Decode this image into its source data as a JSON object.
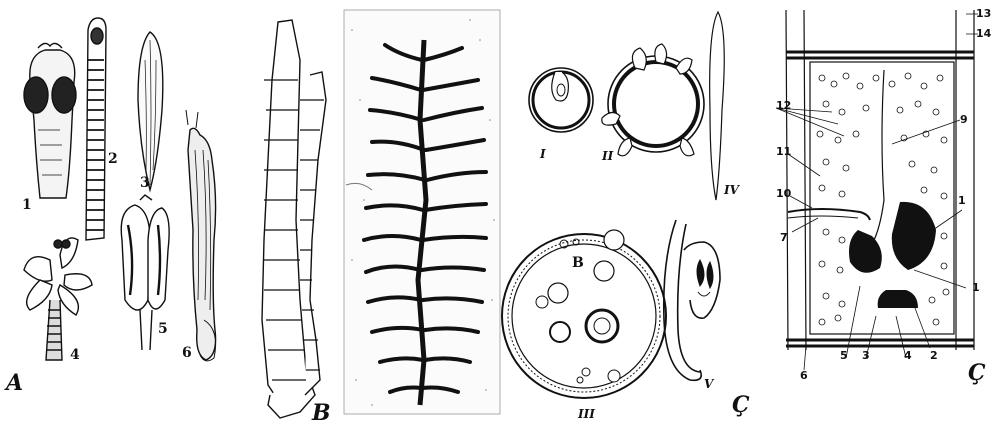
{
  "panel_a": {
    "letter": "A",
    "figures": [
      "1",
      "2",
      "3",
      "4",
      "5",
      "6"
    ]
  },
  "panel_b": {
    "letter": "B"
  },
  "panel_c": {
    "letter": "Ç",
    "roman": [
      "I",
      "II",
      "III",
      "IV",
      "V"
    ],
    "inner_letter": "B"
  },
  "panel_d": {
    "letter": "Ç",
    "numbers": [
      "1",
      "2",
      "3",
      "4",
      "5",
      "6",
      "7",
      "9",
      "10",
      "11",
      "12",
      "13",
      "14",
      "1"
    ]
  },
  "colors": {
    "ink": "#111111",
    "paper": "#ffffff",
    "stipple": "#555555"
  }
}
